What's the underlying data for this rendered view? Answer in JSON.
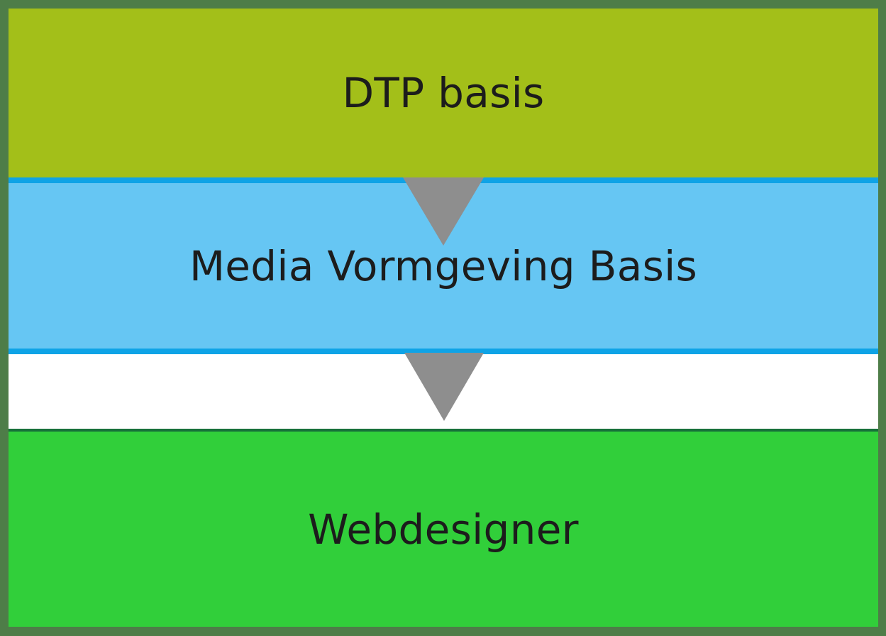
{
  "diagram": {
    "steps": [
      {
        "label": "DTP basis",
        "color": "#a3bf19"
      },
      {
        "label": "Media Vormgeving Basis",
        "color": "#66c6f3",
        "border_color": "#0ea3e6"
      },
      {
        "label": "Webdesigner",
        "color": "#31cf3a",
        "border_color": "#17703a"
      }
    ],
    "connector_color": "#8e8e8e",
    "frame_color": "#4e7d48"
  }
}
